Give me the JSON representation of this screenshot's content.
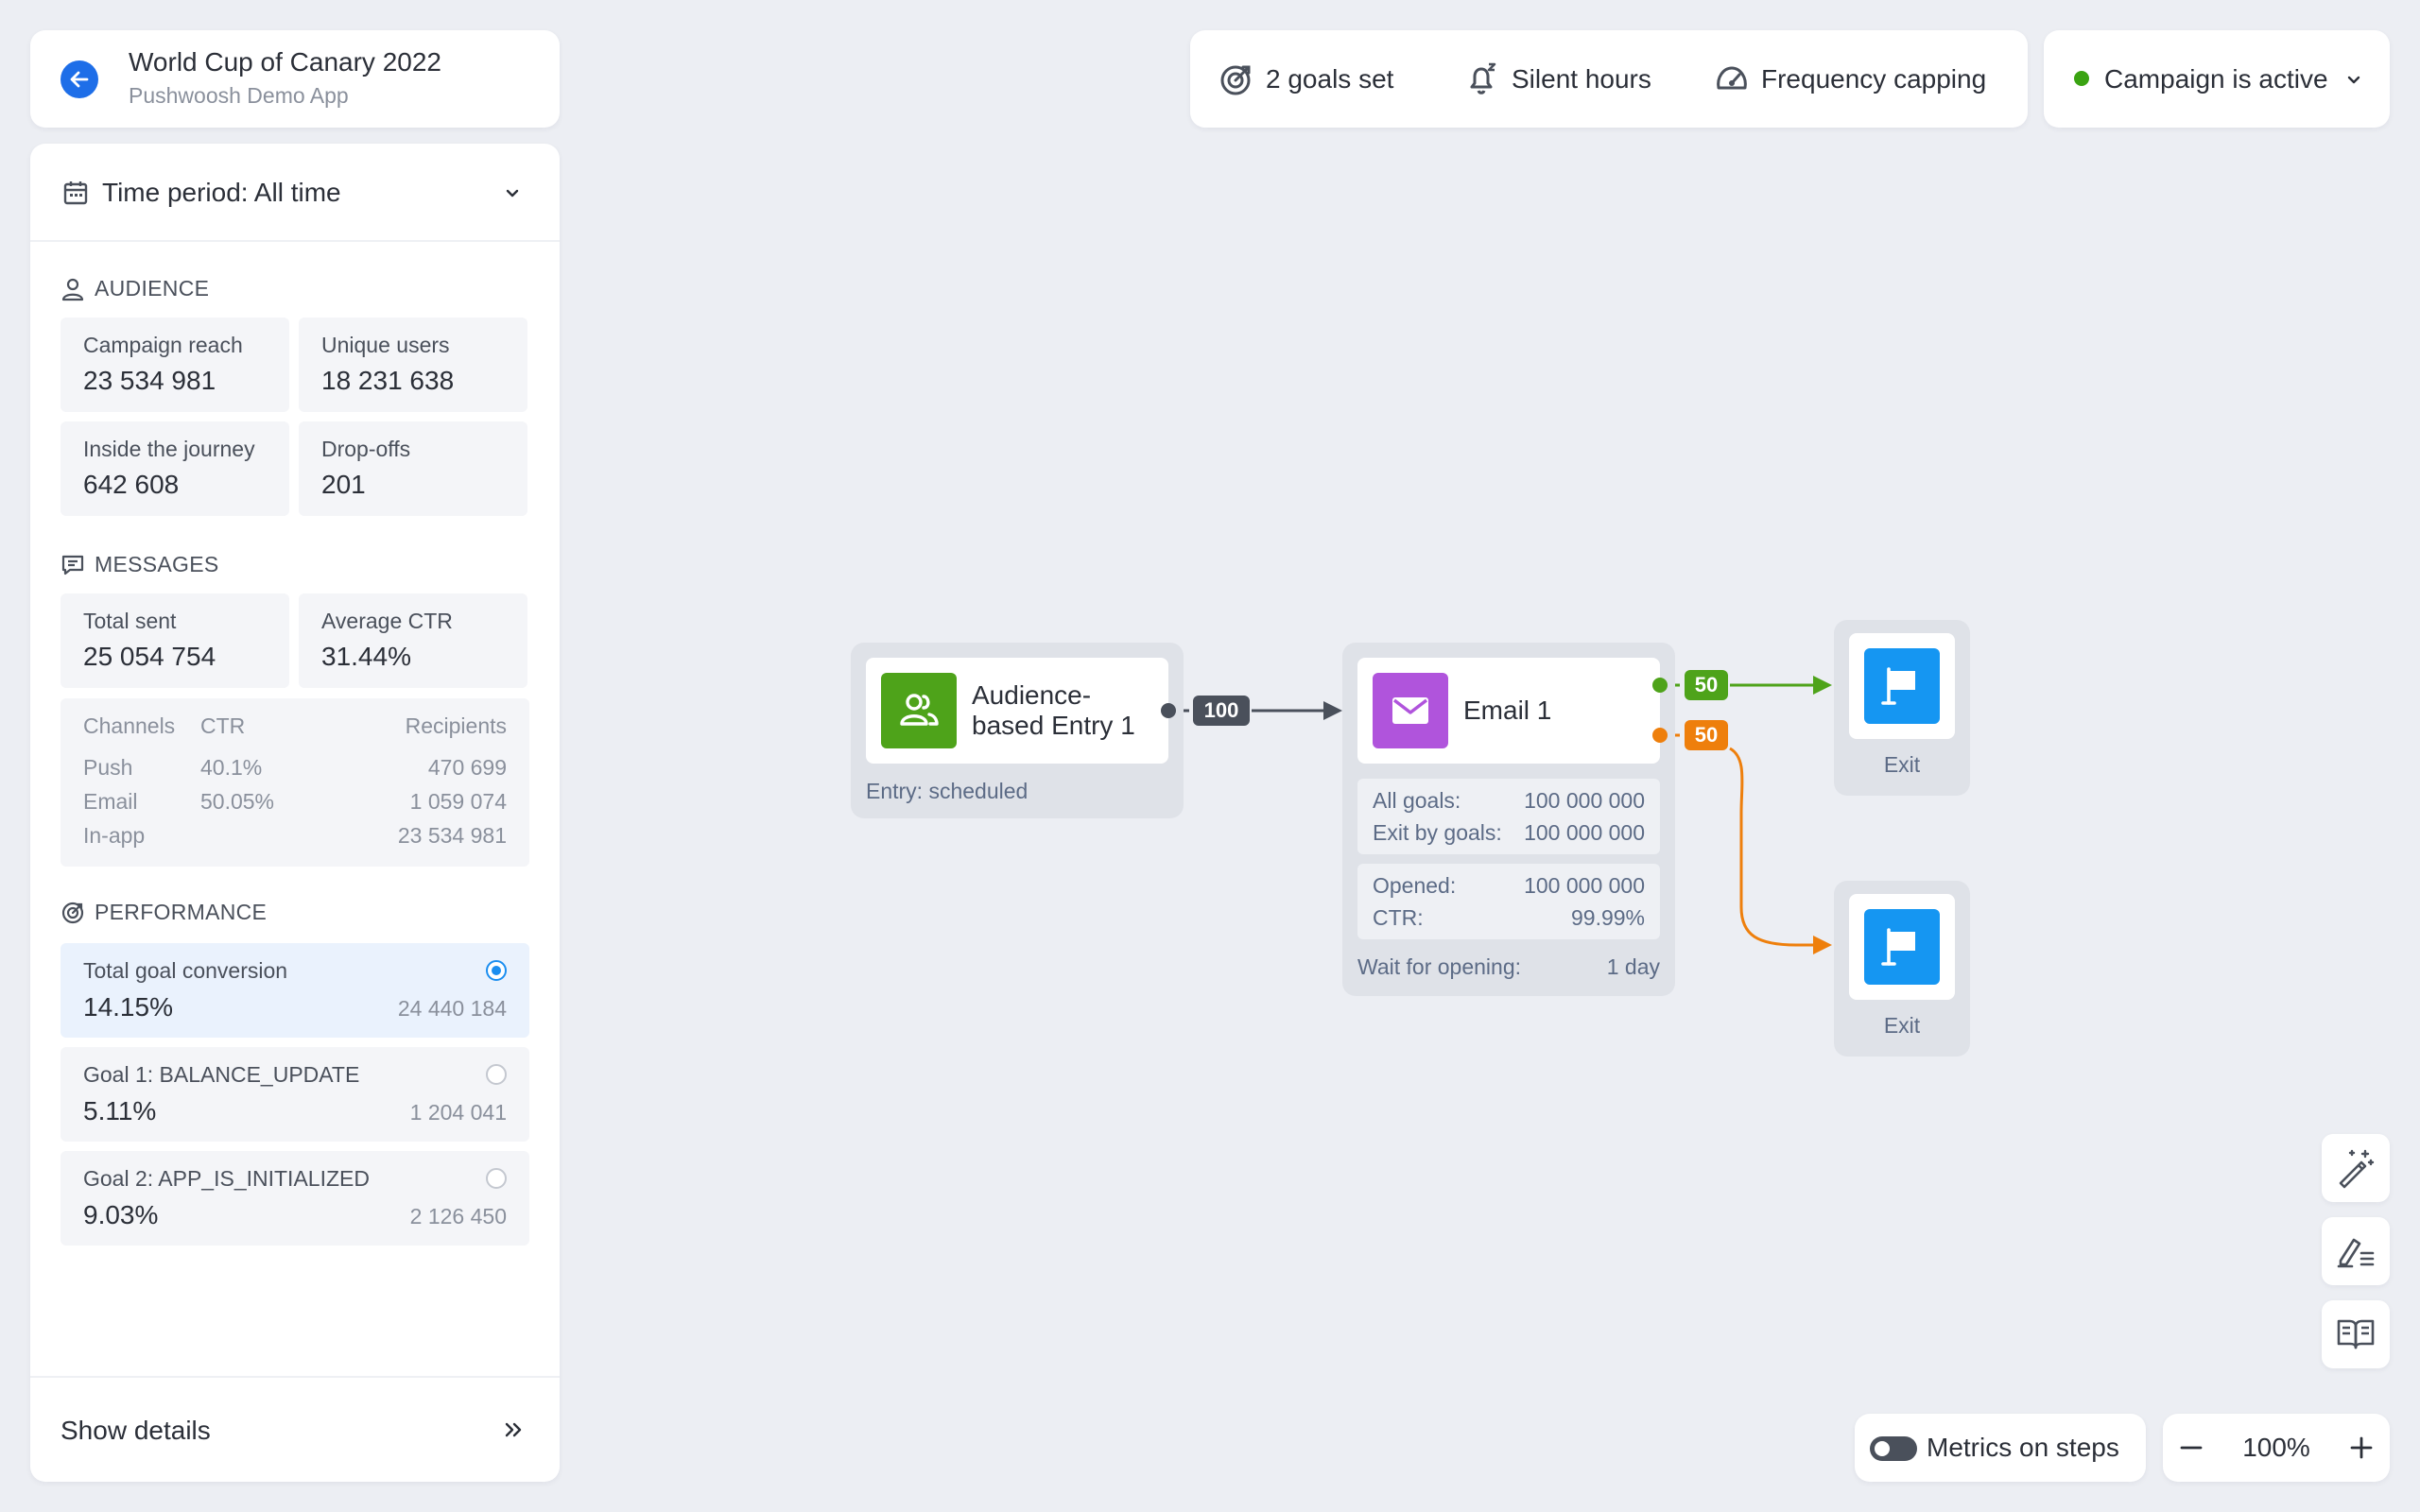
{
  "header": {
    "title": "World Cup of Canary 2022",
    "app_name": "Pushwoosh Demo App"
  },
  "time_period": {
    "label": "Time period: All time"
  },
  "audience": {
    "title": "AUDIENCE",
    "metrics": [
      {
        "label": "Campaign reach",
        "value": "23 534 981"
      },
      {
        "label": "Unique users",
        "value": "18 231 638"
      },
      {
        "label": "Inside the journey",
        "value": "642 608"
      },
      {
        "label": "Drop-offs",
        "value": "201"
      }
    ]
  },
  "messages": {
    "title": "MESSAGES",
    "metrics": [
      {
        "label": "Total sent",
        "value": "25 054 754"
      },
      {
        "label": "Average CTR",
        "value": "31.44%"
      }
    ],
    "channels": {
      "headers": [
        "Channels",
        "CTR",
        "Recipients"
      ],
      "rows": [
        [
          "Push",
          "40.1%",
          "470 699"
        ],
        [
          "Email",
          "50.05%",
          "1 059 074"
        ],
        [
          "In-app",
          "",
          "23 534 981"
        ]
      ]
    }
  },
  "performance": {
    "title": "PERFORMANCE",
    "goals": [
      {
        "label": "Total goal conversion",
        "value": "14.15%",
        "count": "24 440 184",
        "selected": true
      },
      {
        "label": "Goal 1:  BALANCE_UPDATE",
        "value": "5.11%",
        "count": "1 204 041",
        "selected": false
      },
      {
        "label": "Goal 2:  APP_IS_INITIALIZED",
        "value": "9.03%",
        "count": "2 126 450",
        "selected": false
      }
    ]
  },
  "show_details": {
    "label": "Show details"
  },
  "settings_bar": {
    "goals": "2 goals set",
    "silent_hours": "Silent hours",
    "frequency_capping": "Frequency capping"
  },
  "status": {
    "label": "Campaign is active",
    "color": "#3aa312"
  },
  "canvas": {
    "entry_node": {
      "title_line1": "Audience-",
      "title_line2": "based Entry 1",
      "subtitle": "Entry: scheduled",
      "icon": "users-icon",
      "color": "#4ea31a"
    },
    "entry_link_count": "100",
    "email_node": {
      "title": "Email 1",
      "icon": "envelope-icon",
      "color": "#b054dc",
      "all_goals_label": "All goals:",
      "all_goals_value": "100 000 000",
      "exit_by_goals_label": "Exit by goals:",
      "exit_by_goals_value": "100 000 000",
      "opened_label": "Opened:",
      "opened_value": "100 000 000",
      "ctr_label": "CTR:",
      "ctr_value": "99.99%",
      "wait_label": "Wait for opening:",
      "wait_value": "1 day"
    },
    "branch_opened": {
      "count": "50",
      "color": "#4ea31a"
    },
    "branch_not_opened": {
      "count": "50",
      "color": "#ee7f0c"
    },
    "exit_nodes": [
      {
        "label": "Exit",
        "icon": "flag-icon",
        "color": "#1596f2"
      },
      {
        "label": "Exit",
        "icon": "flag-icon",
        "color": "#1596f2"
      }
    ]
  },
  "metrics_toggle": {
    "label": "Metrics on steps"
  },
  "zoom": {
    "value": "100%"
  }
}
